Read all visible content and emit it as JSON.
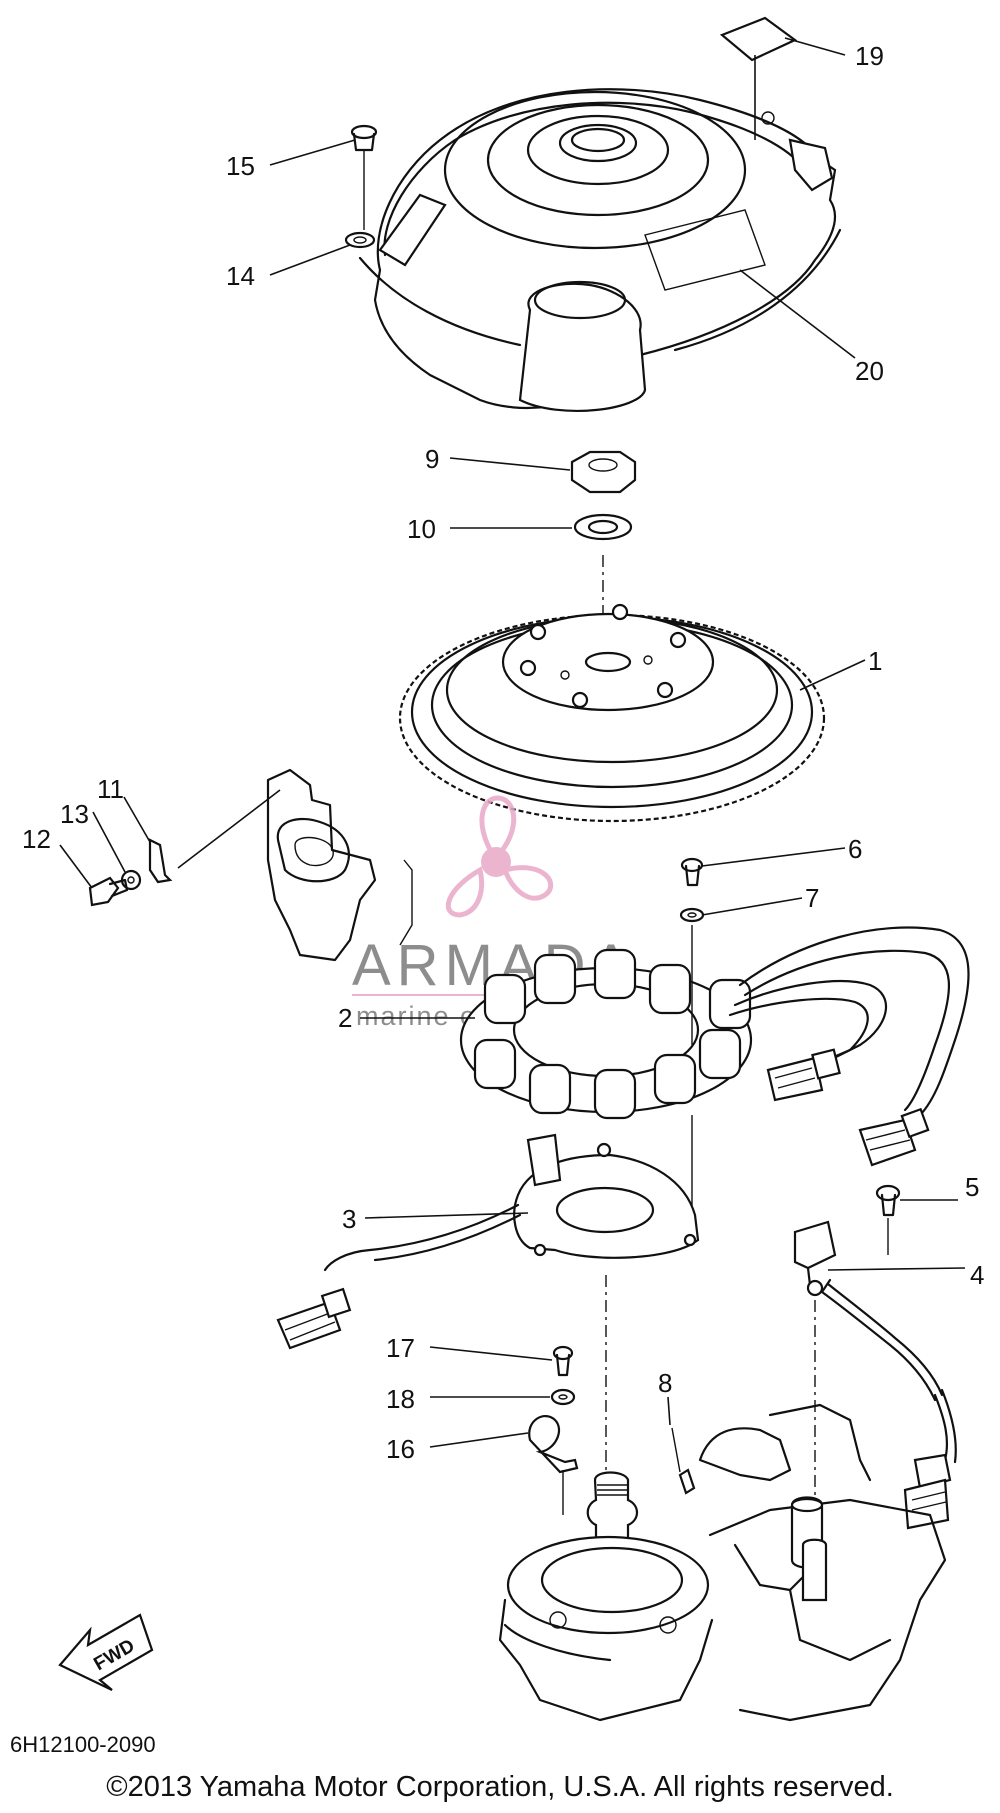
{
  "callouts": [
    {
      "id": "c1",
      "label": "1"
    },
    {
      "id": "c2",
      "label": "2"
    },
    {
      "id": "c3",
      "label": "3"
    },
    {
      "id": "c4",
      "label": "4"
    },
    {
      "id": "c5",
      "label": "5"
    },
    {
      "id": "c6",
      "label": "6"
    },
    {
      "id": "c7",
      "label": "7"
    },
    {
      "id": "c8",
      "label": "8"
    },
    {
      "id": "c9",
      "label": "9"
    },
    {
      "id": "c10",
      "label": "10"
    },
    {
      "id": "c11",
      "label": "11"
    },
    {
      "id": "c12",
      "label": "12"
    },
    {
      "id": "c13",
      "label": "13"
    },
    {
      "id": "c14",
      "label": "14"
    },
    {
      "id": "c15",
      "label": "15"
    },
    {
      "id": "c16",
      "label": "16"
    },
    {
      "id": "c17",
      "label": "17"
    },
    {
      "id": "c18",
      "label": "18"
    },
    {
      "id": "c19",
      "label": "19"
    },
    {
      "id": "c20",
      "label": "20"
    }
  ],
  "watermark": {
    "brand": "ARMADA",
    "tagline": "marine outboards",
    "accent_color": "#e8a9c8",
    "text_color": "#7a7a7a"
  },
  "direction_marker": {
    "label": "FWD"
  },
  "footer": {
    "diagram_code": "6H12100-2090",
    "copyright": "©2013 Yamaha Motor Corporation, U.S.A. All rights reserved."
  }
}
